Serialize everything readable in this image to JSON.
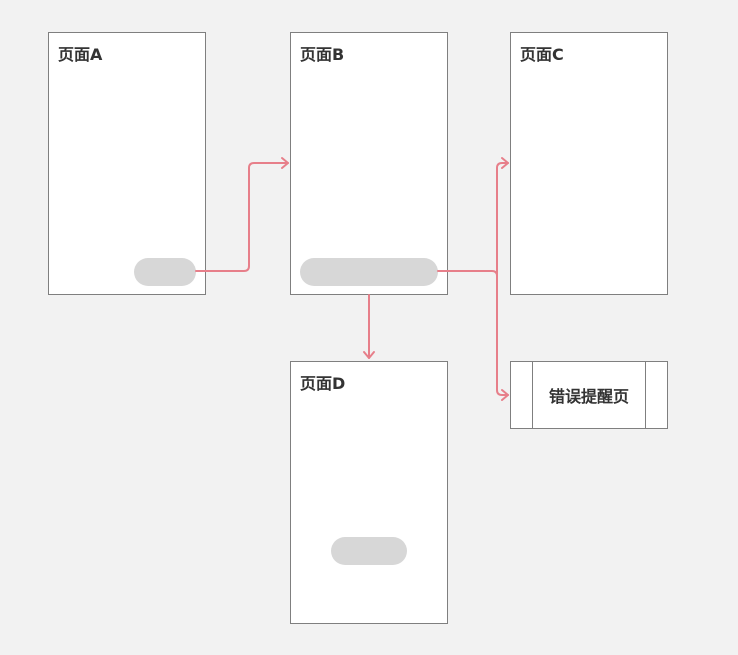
{
  "pages": {
    "a": {
      "title": "页面A"
    },
    "b": {
      "title": "页面B"
    },
    "c": {
      "title": "页面C"
    },
    "d": {
      "title": "页面D"
    }
  },
  "error_page": {
    "label": "错误提醒页"
  },
  "colors": {
    "connector": "#e77f8a",
    "pill": "#d7d7d7",
    "page_border": "#7f7f7f",
    "background": "#f2f2f2"
  }
}
